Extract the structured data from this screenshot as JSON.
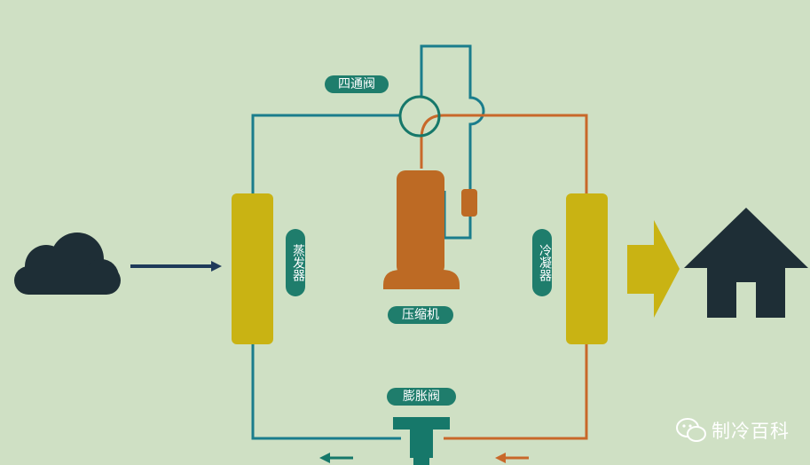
{
  "labels": {
    "four_way_valve": "四通阀",
    "evaporator": "蒸发器",
    "condenser": "冷凝器",
    "compressor": "压缩机",
    "expansion_valve": "膨胀阀"
  },
  "watermark": {
    "text": "制冷百科",
    "icon": "wechat-icon"
  },
  "icons": {
    "outdoor": "cloud-icon",
    "indoor": "house-icon"
  },
  "colors": {
    "background": "#cfe0c4",
    "cold_pipe": "#1a7d8c",
    "hot_pipe": "#c8682a",
    "coil": "#c9b313",
    "compressor": "#bd6a24",
    "label_bg": "#1f7d6c",
    "dark": "#1e2e36",
    "expansion_valve": "#16786a"
  }
}
